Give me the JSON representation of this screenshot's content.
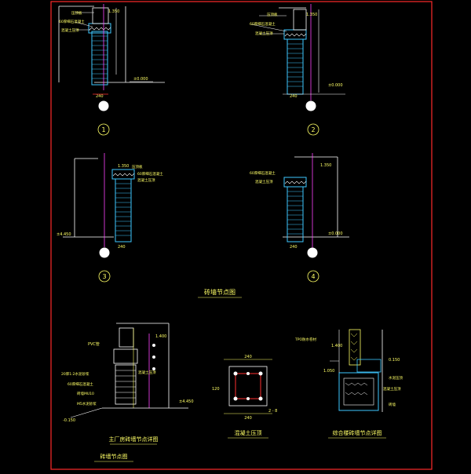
{
  "drawing": {
    "section_title": "砖墙节点图",
    "bottom_title": "砖墙节点图",
    "details": [
      {
        "mark": "1",
        "level": "±0.000",
        "dim_top": "1.350",
        "dim_bottom": "240"
      },
      {
        "mark": "2",
        "level": "±0.000",
        "dim_top": "1.350",
        "dim_bottom": "240"
      },
      {
        "mark": "3",
        "level": "±4.450",
        "dim_top": "1.350",
        "dim_bottom": "240"
      },
      {
        "mark": "4",
        "level": "±0.000",
        "dim_top": "1.350",
        "dim_bottom": "240"
      }
    ],
    "notes_top": [
      "压顶板",
      "60厚细石混凝土",
      "混凝土压顶"
    ],
    "panel_main": {
      "caption": "主厂房砖墙节点详图",
      "label_top": "PVC管",
      "labels_left": [
        "20厚1:2水泥砂浆",
        "60厚细石混凝土",
        "砖墙MU10",
        "M5水泥砂浆"
      ],
      "label_mid": "混凝土压顶",
      "level_right": "±4.450",
      "level_left": "-0.150",
      "dim_top": "1.400"
    },
    "panel_beam": {
      "caption": "混凝土压顶",
      "dim_top": "240",
      "dim_bottom": "240",
      "dim_side": "120",
      "tag": "2 - 8"
    },
    "panel_office": {
      "caption": "综合楼砖墙节点详图",
      "label_top": "TPO防水卷材",
      "labels_right": [
        "0.150",
        "水泥压顶",
        "混凝土压顶",
        "砖墙"
      ],
      "levels_left": [
        "1.400",
        "1.050"
      ]
    }
  }
}
